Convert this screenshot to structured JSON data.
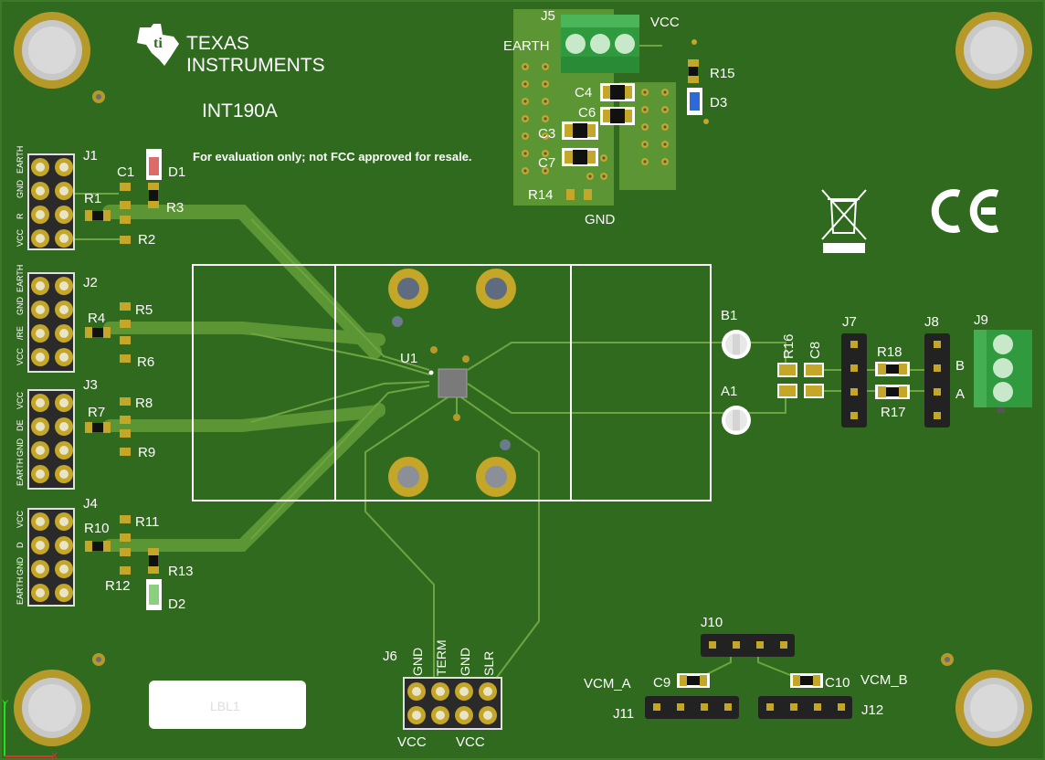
{
  "board": {
    "name": "INT190A",
    "disclaimer": "For evaluation only; not FCC approved for resale.",
    "logo_line1": "TEXAS",
    "logo_line2": "INSTRUMENTS",
    "label_placeholder": "LBL1",
    "colors": {
      "board": "#2f6a1e",
      "copper": "#5b9534",
      "pad": "#c4a628",
      "silk": "#ffffff"
    }
  },
  "connectors": {
    "J1": {
      "ref": "J1",
      "pins": [
        "EARTH",
        "GND",
        "R",
        "VCC"
      ]
    },
    "J2": {
      "ref": "J2",
      "pins": [
        "EARTH",
        "GND",
        "/RE",
        "VCC"
      ]
    },
    "J3": {
      "ref": "J3",
      "pins": [
        "VCC",
        "DE",
        "GND",
        "EARTH"
      ]
    },
    "J4": {
      "ref": "J4",
      "pins": [
        "VCC",
        "D",
        "GND",
        "EARTH"
      ]
    },
    "J5": {
      "ref": "J5",
      "left": "EARTH",
      "right": "VCC"
    },
    "J6": {
      "ref": "J6",
      "top": [
        "GND",
        "TERM",
        "GND",
        "SLR"
      ],
      "bottom": [
        "VCC",
        "VCC"
      ]
    },
    "J7": {
      "ref": "J7"
    },
    "J8": {
      "ref": "J8"
    },
    "J9": {
      "ref": "J9",
      "pins": [
        "B",
        "A"
      ]
    },
    "J10": {
      "ref": "J10"
    },
    "J11": {
      "ref": "J11",
      "net": "VCM_A"
    },
    "J12": {
      "ref": "J12",
      "net": "VCM_B"
    }
  },
  "components": {
    "U1": "U1",
    "B1": "B1",
    "A1": "A1",
    "C1": "C1",
    "C3": "C3",
    "C4": "C4",
    "C6": "C6",
    "C7": "C7",
    "C8": "C8",
    "C9": "C9",
    "C10": "C10",
    "D1": "D1",
    "D2": "D2",
    "D3": "D3",
    "R1": "R1",
    "R2": "R2",
    "R3": "R3",
    "R4": "R4",
    "R5": "R5",
    "R6": "R6",
    "R7": "R7",
    "R8": "R8",
    "R9": "R9",
    "R10": "R10",
    "R11": "R11",
    "R12": "R12",
    "R13": "R13",
    "R14": "R14",
    "R15": "R15",
    "R16": "R16",
    "R17": "R17",
    "R18": "R18",
    "GND": "GND"
  },
  "axes": {
    "x": "X",
    "y": "Y"
  }
}
